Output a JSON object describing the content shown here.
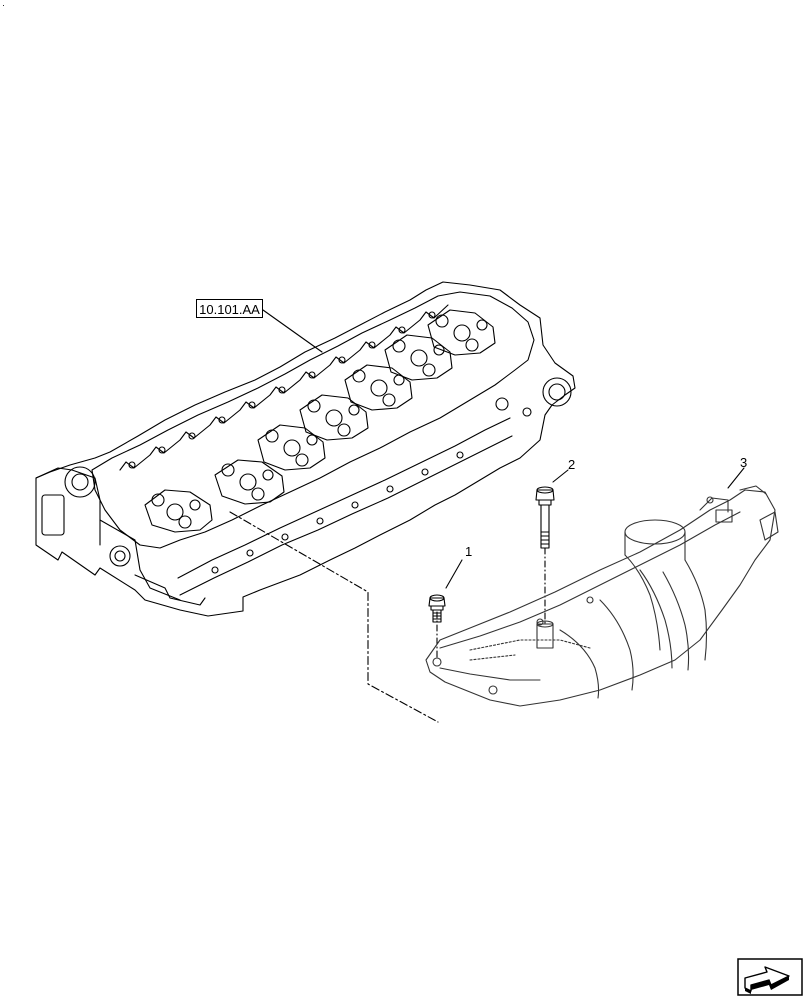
{
  "corner_mark": "·",
  "reference_label": "10.101.AA",
  "callouts": [
    {
      "label": "1"
    },
    {
      "label": "2"
    },
    {
      "label": "3"
    }
  ],
  "nav_icon": {
    "icon": "next-page-arrow-icon"
  }
}
